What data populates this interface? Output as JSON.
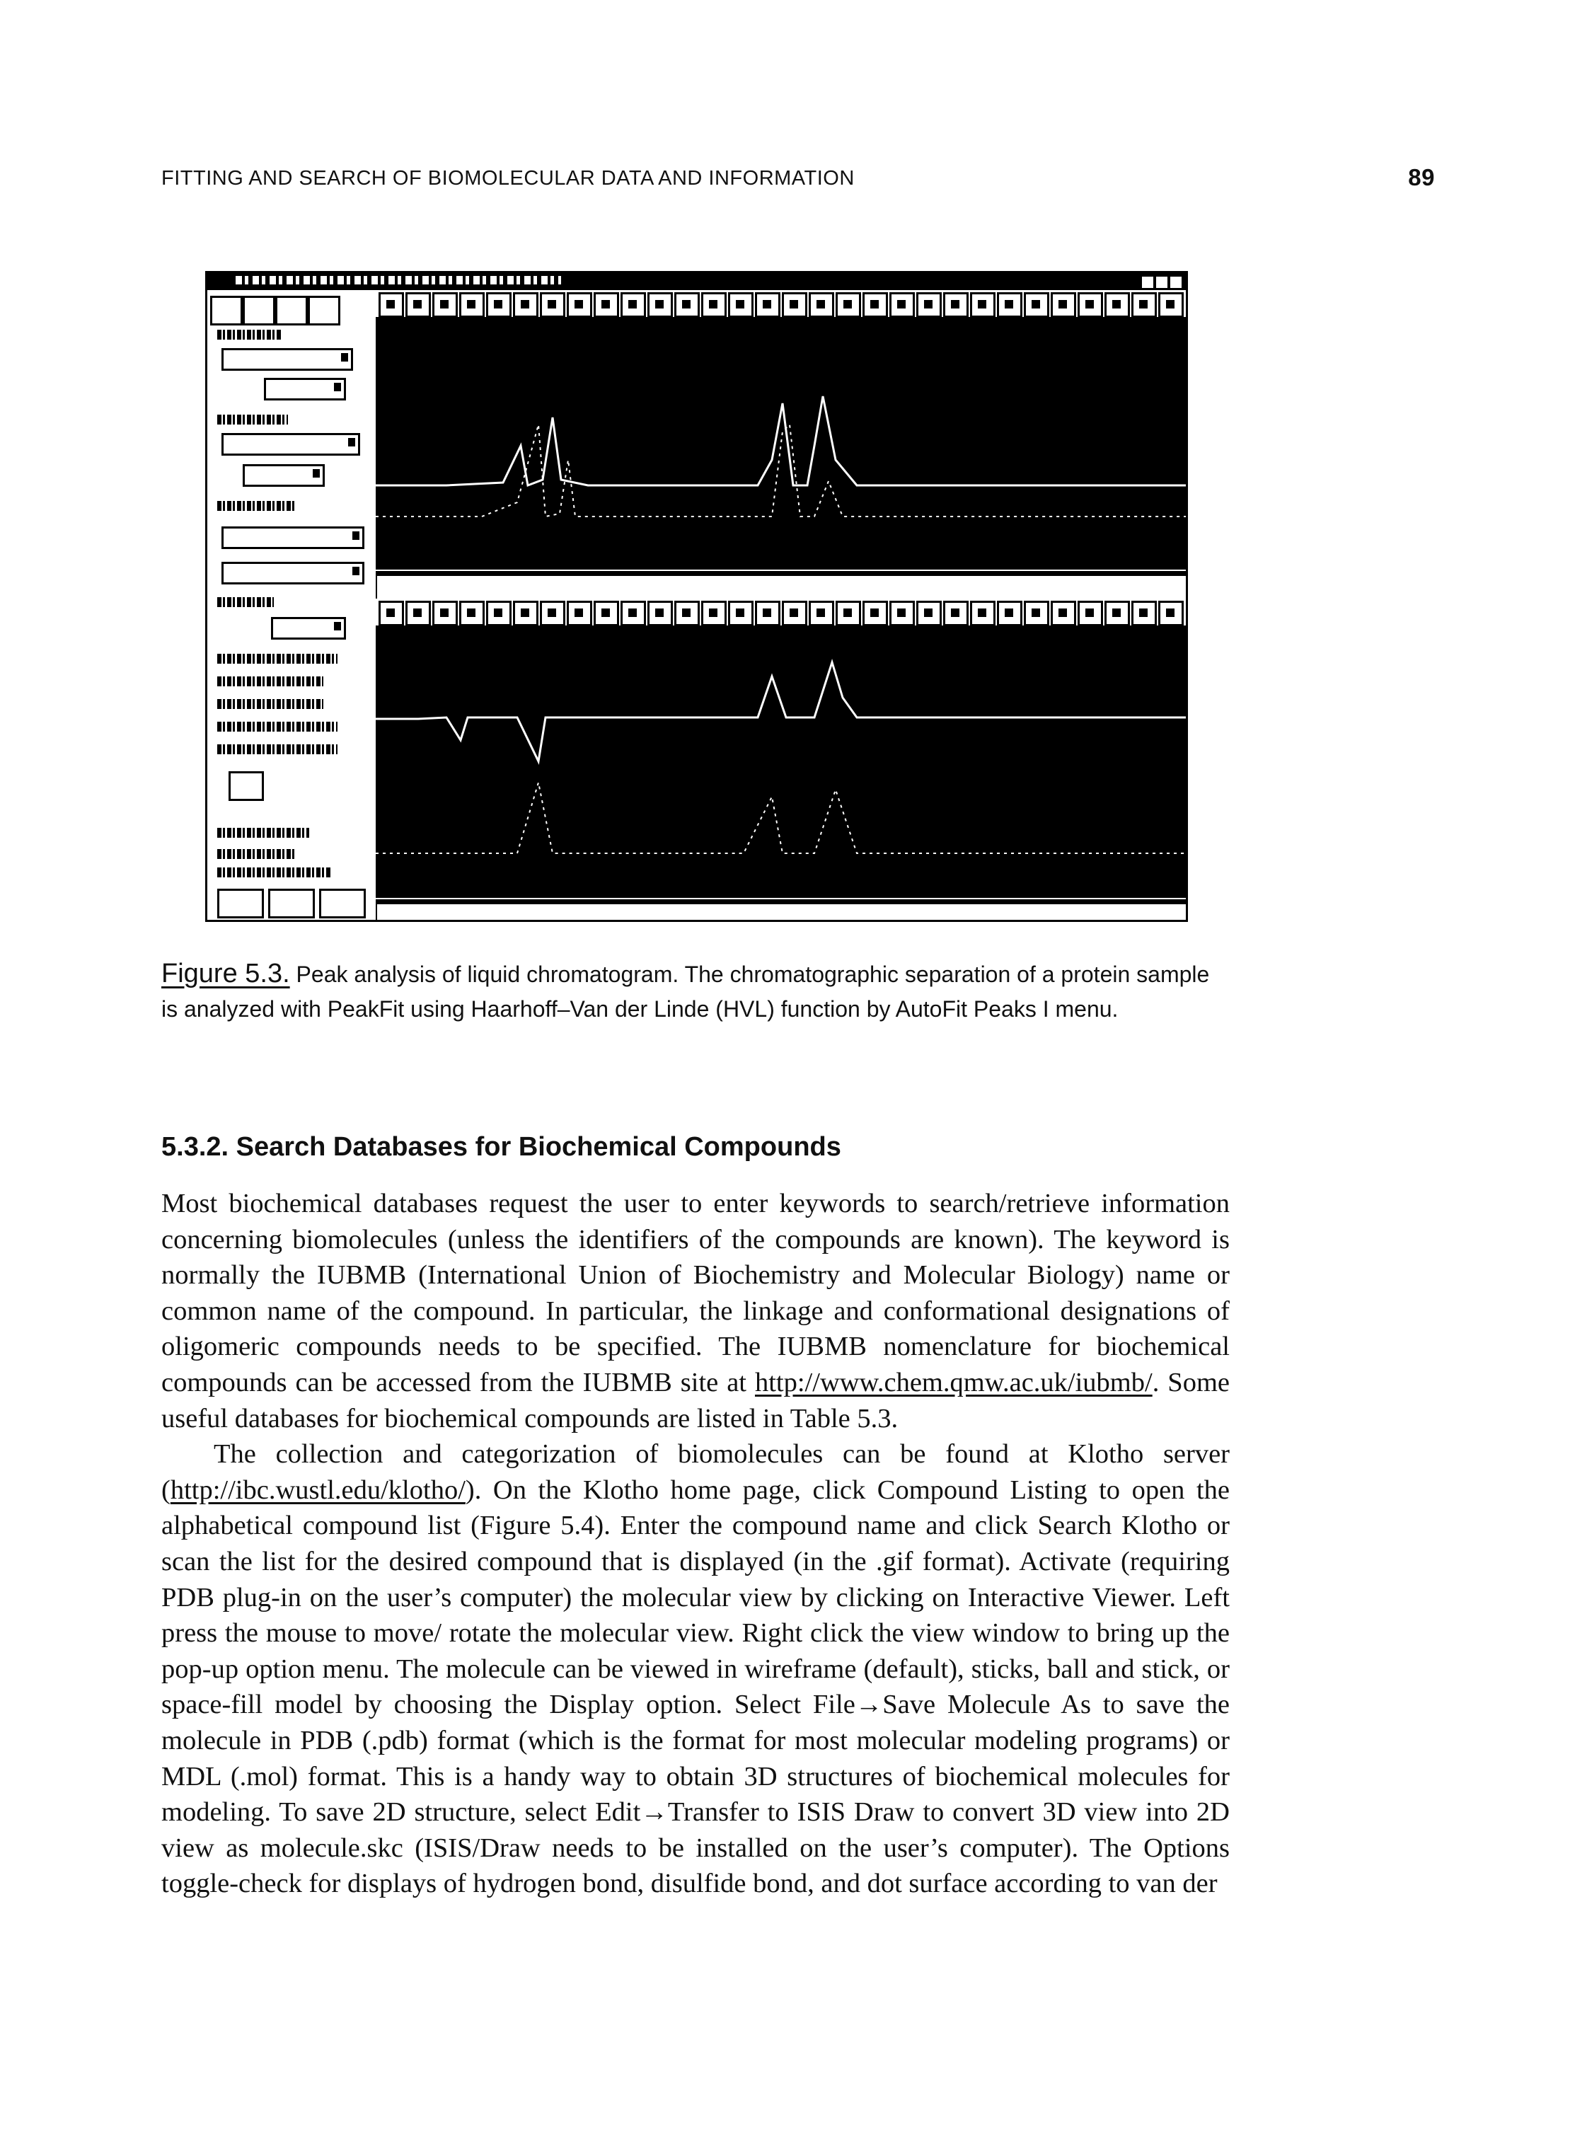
{
  "running_head": {
    "title": "FITTING AND SEARCH OF BIOMOLECULAR DATA AND INFORMATION",
    "page_number": "89"
  },
  "figure": {
    "label": "Figure 5.3.",
    "caption": "Peak analysis of liquid chromatogram. The chromatographic separation of a protein sample is analyzed with PeakFit using Haarhoff–Van der Linde (HVL) function by AutoFit Peaks I menu."
  },
  "section": {
    "heading": "5.3.2. Search Databases for Biochemical Compounds"
  },
  "paragraph1": {
    "before_link": "Most biochemical databases request the user to enter keywords to search/retrieve information concerning biomolecules (unless the identifiers of the compounds are known). The keyword is normally the IUBMB (International Union of Biochemistry and Molecular Biology) name or common name of the compound. In particular, the linkage and conformational designations of oligomeric compounds needs to be specified. The IUBMB nomenclature for biochemical compounds can be accessed from the IUBMB site at ",
    "link": "http://www.chem.qmw.ac.uk/iubmb/",
    "after_link": ". Some useful databases for biochemical compounds are listed in Table 5.3."
  },
  "paragraph2": {
    "before_link": "The collection and categorization of biomolecules can be found at Klotho server (",
    "link": "http://ibc.wustl.edu/klotho/",
    "after_link": "). On the Klotho home page, click Compound Listing to open the alphabetical compound list (Figure 5.4). Enter the compound name and click Search Klotho or scan the list for the desired compound that is displayed (in the .gif format). Activate (requiring PDB plug-in on the user’s computer) the molecular view by clicking on Interactive Viewer. Left press the mouse to move/ rotate the molecular view. Right click the view window to bring up the pop-up option menu. The molecule can be viewed in wireframe (default), sticks, ball and stick, or space-fill model by choosing the Display option. Select File→Save Molecule As to save the molecule in PDB (.pdb) format (which is the format for most molecular modeling programs) or MDL (.mol) format. This is a handy way to obtain 3D structures of biochemical molecules for modeling. To save 2D structure, select Edit→Transfer to ISIS Draw to convert 3D view into 2D view as molecule.skc (ISIS/Draw needs to be installed on the user’s computer). The Options toggle-check for displays of hydrogen bond, disulfide bond, and dot surface according to van der"
  },
  "colors": {
    "ink": "#111111",
    "plot_background": "#000000",
    "plot_trace": "#ffffff"
  }
}
